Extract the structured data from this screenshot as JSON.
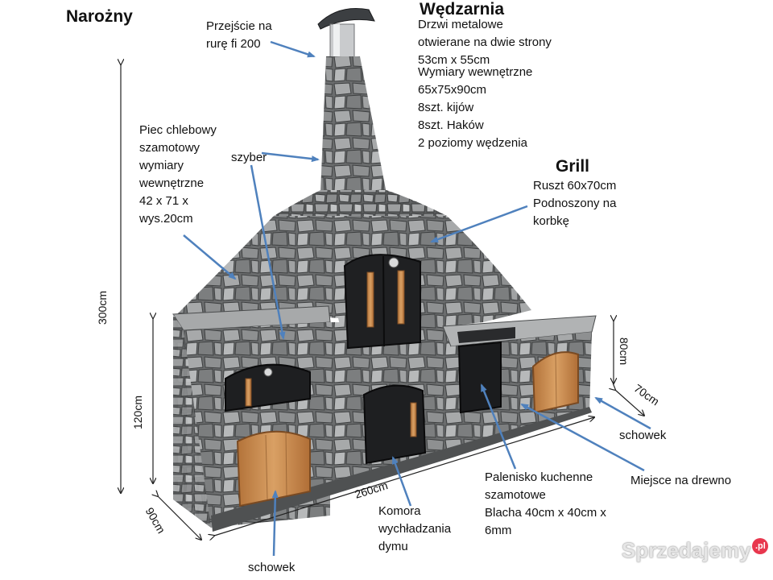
{
  "titles": {
    "corner": "Narożny",
    "smokehouse": "Wędzarnia",
    "grill": "Grill"
  },
  "labels": {
    "pipe": "Przejście na\nrurę fi 200",
    "door": "Drzwi metalowe\notwierane na dwie strony\n53cm x 55cm",
    "inner": "Wymiary wewnętrzne\n65x75x90cm\n8szt. kijów\n8szt. Haków\n2 poziomy wędzenia",
    "oven": "Piec chlebowy\nszamotowy\nwymiary\nwewnętrzne\n  42 x 71 x\nwys.20cm",
    "damper": "szyber",
    "grate": "Ruszt 60x70cm\nPodnoszony na\nkorbkę",
    "storage_right": "schowek",
    "firewood": "Miejsce na drewno",
    "firebox": "Palenisko kuchenne\nszamotowe\nBlacha  40cm x 40cm x\n6mm",
    "cooling": "Komora\nwychładzania\ndymu",
    "storage_left": "schowek"
  },
  "dimensions": {
    "total_height": "300cm",
    "base_height": "120cm",
    "grill_height": "80cm",
    "grill_depth": "70cm",
    "length": "260cm",
    "depth": "90cm"
  },
  "watermark": {
    "text": "Sprzedajemy",
    "suffix": ".pl"
  },
  "colors": {
    "arrow": "#4f81bd",
    "stone_dark": "#5b5d5e",
    "stone_light": "#9fa2a3",
    "wood": "#c98a4b",
    "metal": "#1e1f21"
  }
}
